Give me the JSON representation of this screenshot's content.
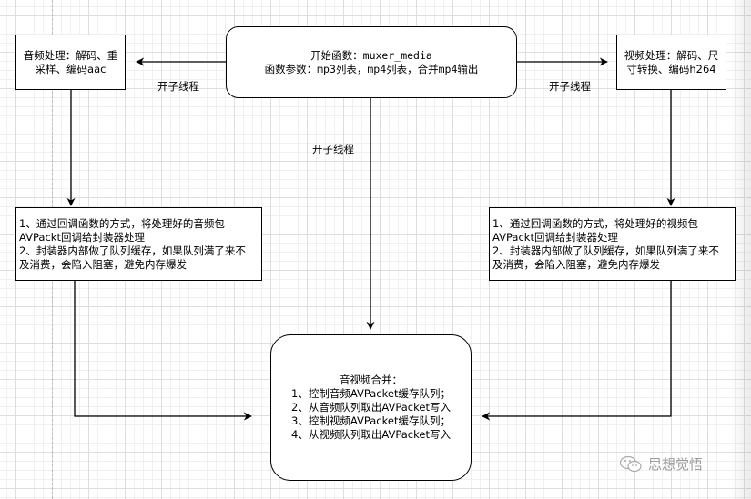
{
  "start_node": {
    "line1": "开始函数：muxer_media",
    "line2": "函数参数：mp3列表，mp4列表，合并mp4输出"
  },
  "audio_node": {
    "line1": "音频处理：解码、重",
    "line2": "采样、编码aac"
  },
  "video_node": {
    "line1": "视频处理：解码、尺",
    "line2": "寸转换、编码h264"
  },
  "audio_callback_node": {
    "lines": [
      "1、通过回调函数的方式，将处理好的音频包",
      "AVPackt回调给封装器处理",
      "2、封装器内部做了队列缓存，如果队列满了来不",
      "及消费，会陷入阻塞，避免内存爆发"
    ]
  },
  "video_callback_node": {
    "lines": [
      "1、通过回调函数的方式，将处理好的视频包",
      "AVPackt回调给封装器处理",
      "2、封装器内部做了队列缓存，如果队列满了来不",
      "及消费，会陷入阻塞，避免内存爆发"
    ]
  },
  "merge_node": {
    "title": "音视频合并：",
    "lines": [
      "1、控制音频AVPacket缓存队列；",
      "2、从音频队列取出AVPacket写入",
      "3、控制视频AVPacket缓存队列；",
      "4、从视频队列取出AVPacket写入"
    ]
  },
  "edge_labels": {
    "to_audio": "开子线程",
    "to_video": "开子线程",
    "to_merge": "开子线程"
  },
  "watermark": {
    "icon": "wechat-icon",
    "text": "思想觉悟"
  },
  "colors": {
    "stroke": "#000000",
    "grid_major": "#dedede",
    "grid_minor": "#f0f0f0",
    "watermark": "#9a9a9a"
  }
}
